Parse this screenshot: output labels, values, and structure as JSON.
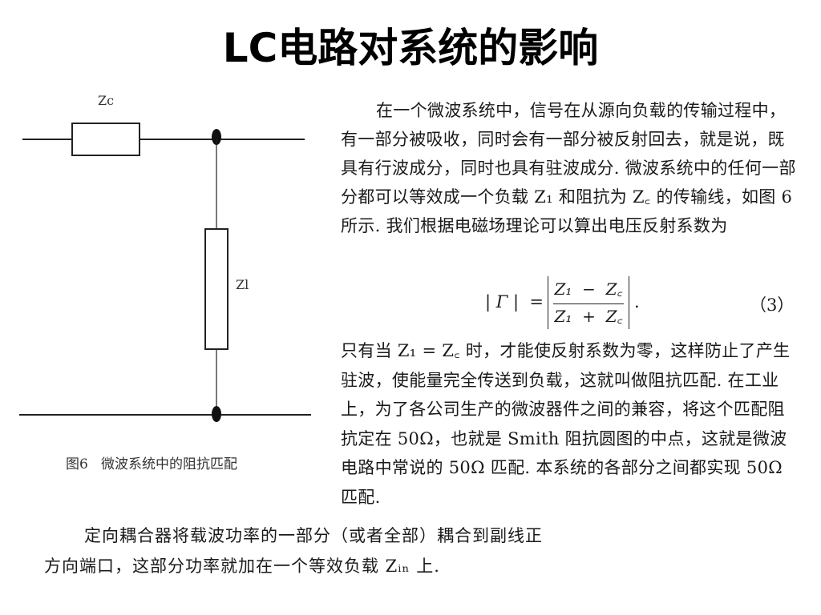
{
  "slide": {
    "title": "LC电路对系统的影响"
  },
  "figure": {
    "label_zc": "Zc",
    "label_zl": "Zl",
    "caption": "图6   微波系统中的阻抗匹配"
  },
  "text": {
    "para1": "在一个微波系统中，信号在从源向负载的传输过程中，有一部分被吸收，同时会有一部分被反射回去，就是说，既具有行波成分，同时也具有驻波成分. 微波系统中的任何一部分都可以等效成一个负载 Z₁ 和阻抗为 Z꜀ 的传输线，如图 6 所示. 我们根据电磁场理论可以算出电压反射系数为",
    "equation_left": "| Γ |  =",
    "equation_numerator": "Z₁  −  Z꜀",
    "equation_denominator": "Z₁  +  Z꜀",
    "equation_end": ".",
    "equation_number": "（3）",
    "para2": "只有当 Z₁ = Z꜀ 时，才能使反射系数为零，这样防止了产生驻波，使能量完全传送到负载，这就叫做阻抗匹配. 在工业上，为了各公司生产的微波器件之间的兼容，将这个匹配阻抗定在 50Ω，也就是 Smith 阻抗圆图的中点，这就是微波电路中常说的 50Ω 匹配. 本系统的各部分之间都实现 50Ω 匹配.",
    "bottom": "定向耦合器将载波功率的一部分（或者全部）耦合到副线正方向端口，这部分功率就加在一个等效负载 Zᵢₙ 上."
  }
}
